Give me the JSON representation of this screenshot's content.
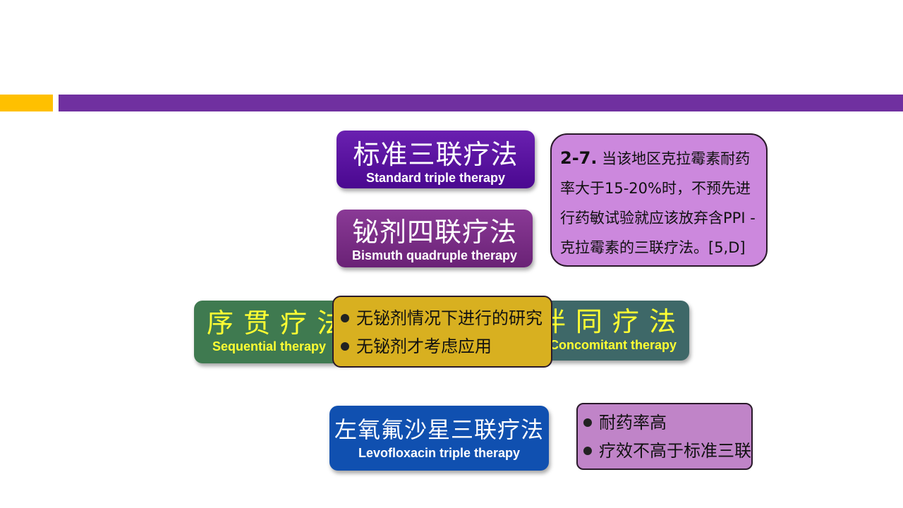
{
  "colors": {
    "accent_yellow": "#ffc000",
    "accent_purple": "#7030a0"
  },
  "cards": {
    "standard": {
      "cn": "标准三联疗法",
      "en": "Standard triple therapy",
      "color": "#5a10a0"
    },
    "bismuth": {
      "cn": "铋剂四联疗法",
      "en": "Bismuth quadruple therapy",
      "color": "#7a2e86"
    },
    "sequential": {
      "cn": "序 贯 疗 法",
      "en": "Sequential therapy",
      "color": "#3f7a50"
    },
    "concomitant": {
      "cn": "伴 同 疗 法",
      "en": "Concomitant therapy",
      "color": "#3e6868"
    },
    "levofloxacin": {
      "cn": "左氧氟沙星三联疗法",
      "en": "Levofloxacin triple therapy",
      "color": "#1050b0"
    }
  },
  "recommendation": {
    "number": "2-7.",
    "text": "当该地区克拉霉素耐药率大于15-20%时，不预先进行药敏试验就应该放弃含PPI -克拉霉素的三联疗法。[5,D]"
  },
  "yellow_note": {
    "items": [
      "无铋剂情况下进行的研究",
      "无铋剂才考虑应用"
    ]
  },
  "pink_note": {
    "items": [
      "耐药率高",
      "疗效不高于标准三联"
    ]
  }
}
